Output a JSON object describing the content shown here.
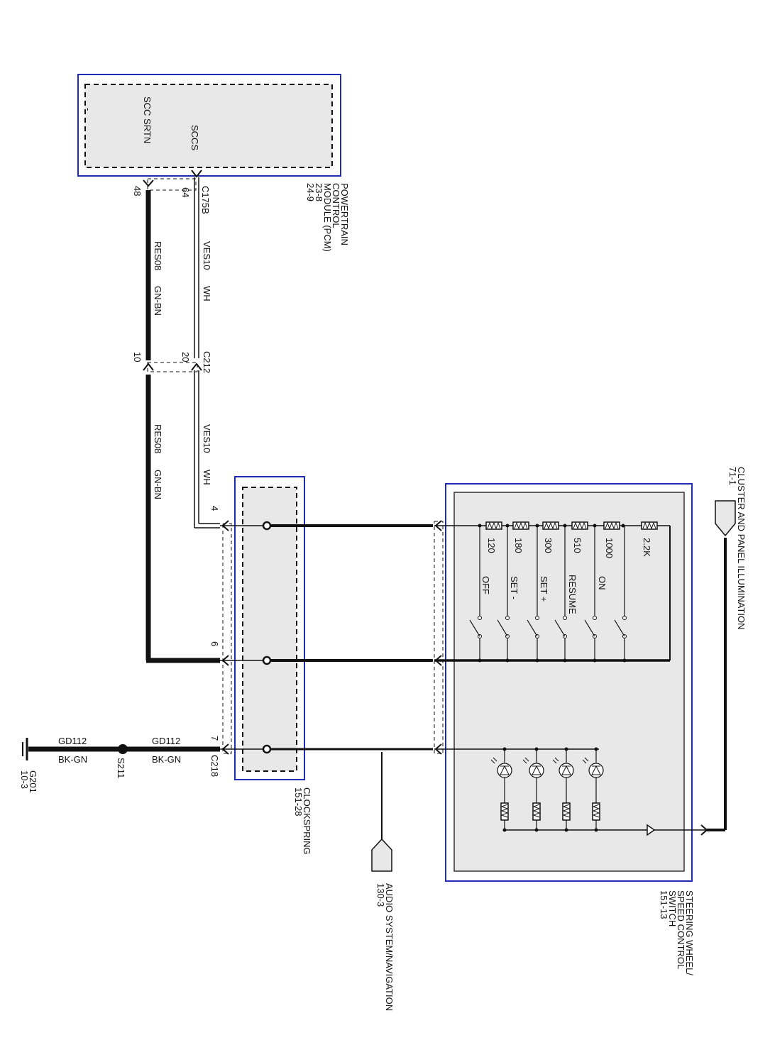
{
  "pcm": {
    "pins": {
      "srtn": "SCC SRTN",
      "sccs": "SCCS"
    },
    "name_lines": [
      "POWERTRAIN",
      "CONTROL",
      "MODULE (PCM)",
      "23-8",
      "24-9"
    ],
    "connector": "C175B",
    "pin_numbers": {
      "srtn": "48",
      "sccs": "64"
    }
  },
  "c212": {
    "connector": "C212",
    "pin_sccs": "20",
    "pin_srtn": "10"
  },
  "wires": {
    "upper_ves10": {
      "circuit": "VES10",
      "color": "WH"
    },
    "upper_res08": {
      "circuit": "RES08",
      "color": "GN-BN"
    },
    "lower_ves10": {
      "circuit": "VES10",
      "color": "WH"
    },
    "lower_res08": {
      "circuit": "RES08",
      "color": "GN-BN"
    },
    "gnd_a": {
      "circuit": "GD112",
      "color": "BK-GN"
    },
    "gnd_b": {
      "circuit": "GD112",
      "color": "BK-GN"
    }
  },
  "clockspring": {
    "name_lines": [
      "CLOCKSPRING",
      "151-28"
    ],
    "pins": [
      "4",
      "6",
      "7"
    ],
    "connector": "C218"
  },
  "splice": {
    "name": "S211"
  },
  "ground": {
    "name_lines": [
      "G201",
      "10-3"
    ]
  },
  "switch": {
    "name_lines": [
      "STEERING WHEEL/",
      "SPEED CONTROL",
      "SWITCH",
      "151-13"
    ],
    "resistors": [
      "120",
      "180",
      "300",
      "510",
      "1000",
      "2.2K"
    ],
    "positions": [
      "OFF",
      "SET -",
      "SET +",
      "RESUME",
      "ON"
    ]
  },
  "cluster": {
    "name_lines": [
      "CLUSTER AND PANEL ILLUMINATION",
      "71-1"
    ]
  },
  "audio": {
    "name_lines": [
      "AUDIO SYSTEM/NAVIGATION",
      "130-3"
    ]
  }
}
